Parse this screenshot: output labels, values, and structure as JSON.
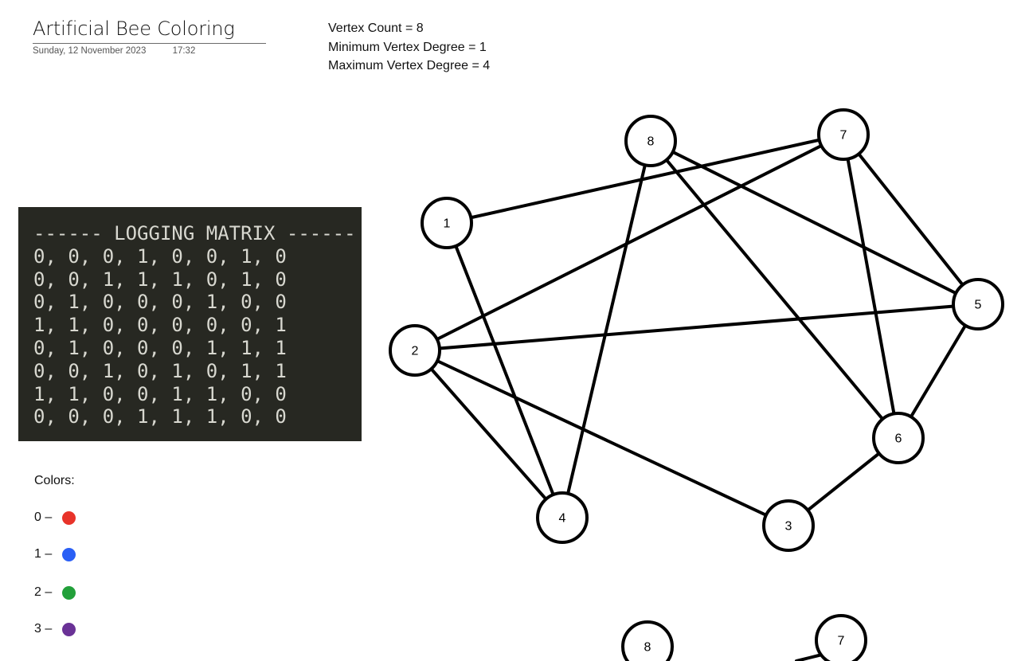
{
  "document": {
    "title": "Artificial Bee Coloring",
    "date": "Sunday, 12 November 2023",
    "time": "17:32"
  },
  "stats": {
    "vertex_count": "Vertex Count = 8",
    "min_degree": "Minimum Vertex Degree = 1",
    "max_degree": "Maximum Vertex Degree = 4"
  },
  "logging": {
    "header": "------ LOGGING MATRIX ------",
    "rows": [
      "0, 0, 0, 1, 0, 0, 1, 0",
      "0, 0, 1, 1, 1, 0, 1, 0",
      "0, 1, 0, 0, 0, 1, 0, 0",
      "1, 1, 0, 0, 0, 0, 0, 1",
      "0, 1, 0, 0, 0, 1, 1, 1",
      "0, 0, 1, 0, 1, 0, 1, 1",
      "1, 1, 0, 0, 1, 1, 0, 0",
      "0, 0, 0, 1, 1, 1, 0, 0"
    ]
  },
  "legend": {
    "title": "Colors:",
    "items": [
      {
        "label": "0 –",
        "color": "#e8332a"
      },
      {
        "label": "1 –",
        "color": "#2a5ff5"
      },
      {
        "label": "2 –",
        "color": "#22a03a"
      },
      {
        "label": "3 –",
        "color": "#6a3296"
      }
    ]
  },
  "graph": {
    "nodes": [
      "1",
      "2",
      "3",
      "4",
      "5",
      "6",
      "7",
      "8"
    ],
    "edges": [
      [
        "1",
        "7"
      ],
      [
        "1",
        "4"
      ],
      [
        "2",
        "7"
      ],
      [
        "2",
        "5"
      ],
      [
        "2",
        "4"
      ],
      [
        "2",
        "3"
      ],
      [
        "8",
        "4"
      ],
      [
        "8",
        "6"
      ],
      [
        "8",
        "5"
      ],
      [
        "7",
        "6"
      ],
      [
        "7",
        "5"
      ],
      [
        "5",
        "6"
      ],
      [
        "6",
        "3"
      ]
    ],
    "partial_nodes": [
      "8",
      "7"
    ]
  }
}
